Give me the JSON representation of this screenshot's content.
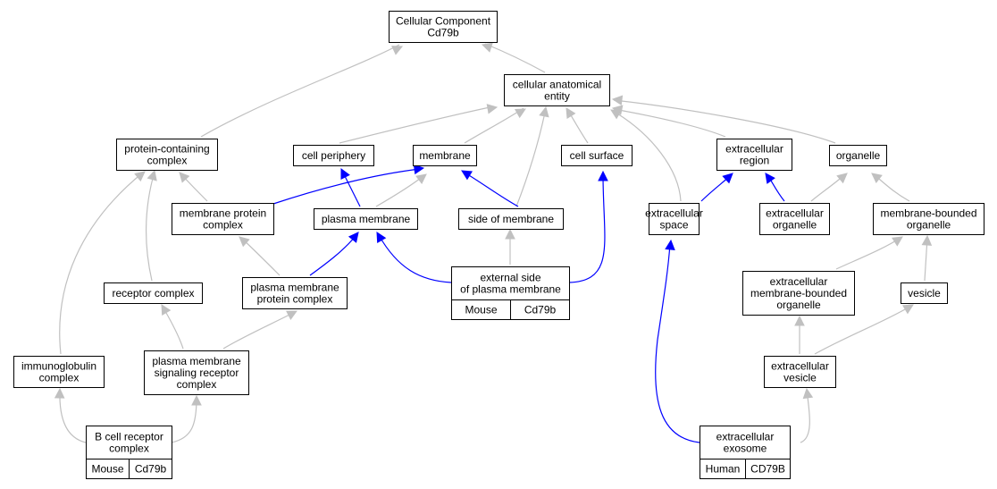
{
  "colors": {
    "gray_edge": "#c0c0c0",
    "blue_edge": "#0000ff",
    "mouse_cell": "#add8e6",
    "human_cell": "#f4614a"
  },
  "nodes": {
    "cc_root": {
      "lines": [
        "Cellular Component",
        "Cd79b"
      ]
    },
    "cae": {
      "lines": [
        "cellular anatomical",
        "entity"
      ]
    },
    "pcc": {
      "lines": [
        "protein-containing",
        "complex"
      ]
    },
    "cell_periphery": {
      "lines": [
        "cell periphery"
      ]
    },
    "membrane": {
      "lines": [
        "membrane"
      ]
    },
    "cell_surface": {
      "lines": [
        "cell surface"
      ]
    },
    "extracellular_region": {
      "lines": [
        "extracellular",
        "region"
      ]
    },
    "organelle": {
      "lines": [
        "organelle"
      ]
    },
    "mpc": {
      "lines": [
        "membrane protein",
        "complex"
      ]
    },
    "plasma_membrane": {
      "lines": [
        "plasma membrane"
      ]
    },
    "side_of_membrane": {
      "lines": [
        "side of membrane"
      ]
    },
    "extracellular_space": {
      "lines": [
        "extracellular",
        "space"
      ]
    },
    "extracellular_organelle": {
      "lines": [
        "extracellular",
        "organelle"
      ]
    },
    "mbo": {
      "lines": [
        "membrane-bounded",
        "organelle"
      ]
    },
    "receptor_complex": {
      "lines": [
        "receptor complex"
      ]
    },
    "pmpc": {
      "lines": [
        "plasma membrane",
        "protein complex"
      ]
    },
    "external_side": {
      "lines": [
        "external side",
        "of plasma membrane"
      ],
      "cells": [
        "Mouse",
        "Cd79b"
      ]
    },
    "embo": {
      "lines": [
        "extracellular",
        "membrane-bounded",
        "organelle"
      ]
    },
    "vesicle": {
      "lines": [
        "vesicle"
      ]
    },
    "ig_complex": {
      "lines": [
        "immunoglobulin",
        "complex"
      ]
    },
    "pmsrc": {
      "lines": [
        "plasma membrane",
        "signaling receptor",
        "complex"
      ]
    },
    "extracellular_vesicle": {
      "lines": [
        "extracellular",
        "vesicle"
      ]
    },
    "bcr_complex": {
      "lines": [
        "B cell receptor",
        "complex"
      ],
      "cells": [
        "Mouse",
        "Cd79b"
      ]
    },
    "exosome": {
      "lines": [
        "extracellular",
        "exosome"
      ],
      "cells": [
        "Human",
        "CD79B"
      ]
    }
  }
}
